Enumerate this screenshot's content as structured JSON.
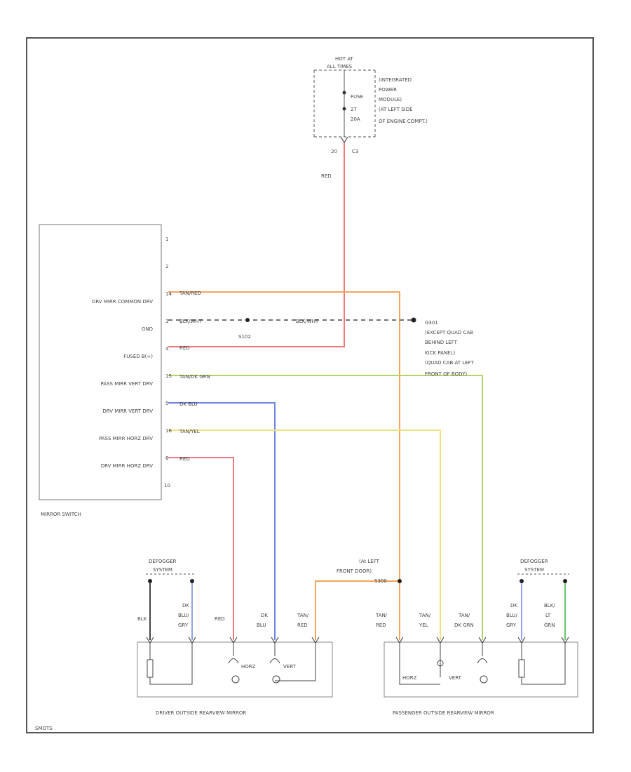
{
  "hot_at": [
    "HOT AT",
    "ALL TIMES"
  ],
  "fuse_label": [
    "FUSE",
    "27",
    "20A"
  ],
  "ipm_label": [
    "(INTEGRATED",
    "POWER",
    "MODULE)",
    "(AT LEFT SIDE",
    "OF ENGINE COMPT.)"
  ],
  "ipm_pin": "20",
  "ipm_conn": "C3",
  "ipm_wire": "RED",
  "switch_pins": [
    "1",
    "2",
    "14",
    "3",
    "4",
    "15",
    "5",
    "16",
    "6",
    "10"
  ],
  "switch_labels": [
    "DRV MIRR COMMON DRV",
    "GND",
    "FUSED B(+)",
    "PASS MIRR VERT DRV",
    "DRV MIRR VERT DRV",
    "PASS MIRR HORZ DRV",
    "DRV MIRR HORZ DRV"
  ],
  "switch_wires": [
    "TAN/RED",
    "BLK/WHT",
    "RED",
    "TAN/DK GRN",
    "DK BLU",
    "TAN/YEL",
    "RED"
  ],
  "switch_title": "MIRROR SWITCH",
  "ground_splice": "S102",
  "ground_wire2": "BLK/WHT",
  "ground_label": [
    "G301",
    "(EXCEPT QUAD CAB",
    "BEHIND LEFT",
    "KICK PANEL)",
    "(QUAD CAB AT LEFT",
    "FRONT OF BODY)"
  ],
  "door_label": [
    "(At LEFT",
    "FRONT DOOR)",
    "S300"
  ],
  "defogger": [
    "DEFOGGER",
    "SYSTEM"
  ],
  "driver_wires": [
    [
      "BLK"
    ],
    [
      "DK",
      "BLU/",
      "GRY"
    ],
    [
      "RED"
    ],
    [
      "DK",
      "BLU"
    ],
    [
      "TAN/",
      "RED"
    ]
  ],
  "passenger_wires": [
    [
      "TAN/",
      "RED"
    ],
    [
      "TAN/",
      "YEL"
    ],
    [
      "TAN/",
      "DK GRN"
    ],
    [
      "DK",
      "BLU/",
      "GRY"
    ],
    [
      "BLK/",
      "LT",
      "GRN"
    ]
  ],
  "horz": "HORZ",
  "vert": "VERT",
  "driver_mirror": "DRIVER OUTSIDE REARVIEW MIRROR",
  "passenger_mirror": "PASSENGER OUTSIDE REARVIEW MIRROR",
  "corner_code": "SMOTS",
  "colors": {
    "red": "#f07a7a",
    "orange": "#f4a45a",
    "green": "#b4d46a",
    "blue": "#6f86e0",
    "yellow": "#f0e07a",
    "black": "#444444"
  }
}
